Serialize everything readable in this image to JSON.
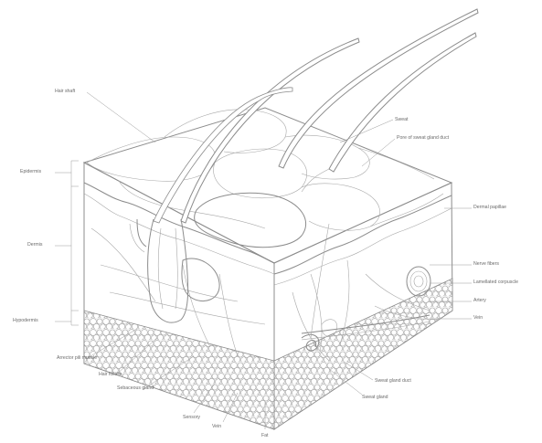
{
  "labels": {
    "hair_shaft": "Hair shaft",
    "sweat": "Sweat",
    "pore_of_sweat_gland_duct": "Pore of sweat gland duct",
    "epidermis": "Epidermis",
    "dermis": "Dermis",
    "hypodermis": "Hypodermis",
    "dermal_papillae": "Dermal papillae",
    "nerve_fibers": "Nerve fibers",
    "lamellated_corpuscle": "Lamellated corpuscle",
    "artery": "Artery",
    "vein": "Vein",
    "arrector_pili_muscle": "Arrector pili muscle",
    "hair_follicle": "Hair follicle",
    "sebaceous_gland": "Sebaceous gland",
    "sweat_gland_duct": "Sweat gland duct",
    "sweat_gland": "Sweat gland",
    "sensory_nerve": "Sensory",
    "vein_bottom": "Vein",
    "fat": "Fat"
  }
}
